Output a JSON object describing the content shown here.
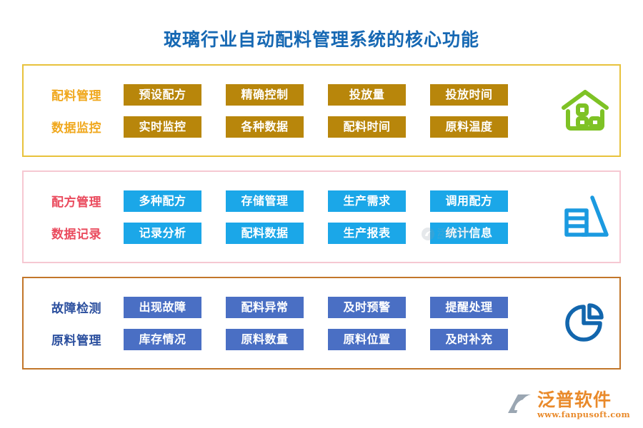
{
  "page": {
    "title": "玻璃行业自动配料管理系统的核心功能",
    "title_color": "#1668b3",
    "background": "#ffffff"
  },
  "sections": [
    {
      "id": "section-batching",
      "theme": "gold",
      "border_color": "#e8c23c",
      "label_color": "#f0a81e",
      "chip_color": "#b8860b",
      "icon": "warehouse-house-icon",
      "icon_color": "#7ec225",
      "rows": [
        {
          "label": "配料管理",
          "chips": [
            "预设配方",
            "精确控制",
            "投放量",
            "投放时间"
          ]
        },
        {
          "label": "数据监控",
          "chips": [
            "实时监控",
            "各种数据",
            "配料时间",
            "原料温度"
          ]
        }
      ]
    },
    {
      "id": "section-recipe",
      "theme": "cyan",
      "border_color": "#f6c8d2",
      "label_color": "#ea4b5e",
      "chip_color": "#1ba7e8",
      "icon": "chart-stack-icon",
      "icon_color": "#1b9ae0",
      "rows": [
        {
          "label": "配方管理",
          "chips": [
            "多种配方",
            "存储管理",
            "生产需求",
            "调用配方"
          ]
        },
        {
          "label": "数据记录",
          "chips": [
            "记录分析",
            "配料数据",
            "生产报表",
            "统计信息"
          ]
        }
      ]
    },
    {
      "id": "section-fault",
      "theme": "blue",
      "border_color": "#c2762a",
      "label_color": "#2b4f9e",
      "chip_color": "#4a6fc4",
      "icon": "pie-chart-icon",
      "icon_color": "#1266ad",
      "rows": [
        {
          "label": "故障检测",
          "chips": [
            "出现故障",
            "配料异常",
            "及时预警",
            "提醒处理"
          ]
        },
        {
          "label": "原料管理",
          "chips": [
            "库存情况",
            "原料数量",
            "原料位置",
            "及时补充"
          ]
        }
      ]
    }
  ],
  "watermark": {
    "name": "泛普软件",
    "url": "www.fanpusoft.com"
  },
  "brand": {
    "name": "泛普软件",
    "url": "www.fanpusoft.com",
    "color": "#e98a2b",
    "mark": "fanpu-swoosh-logo"
  }
}
